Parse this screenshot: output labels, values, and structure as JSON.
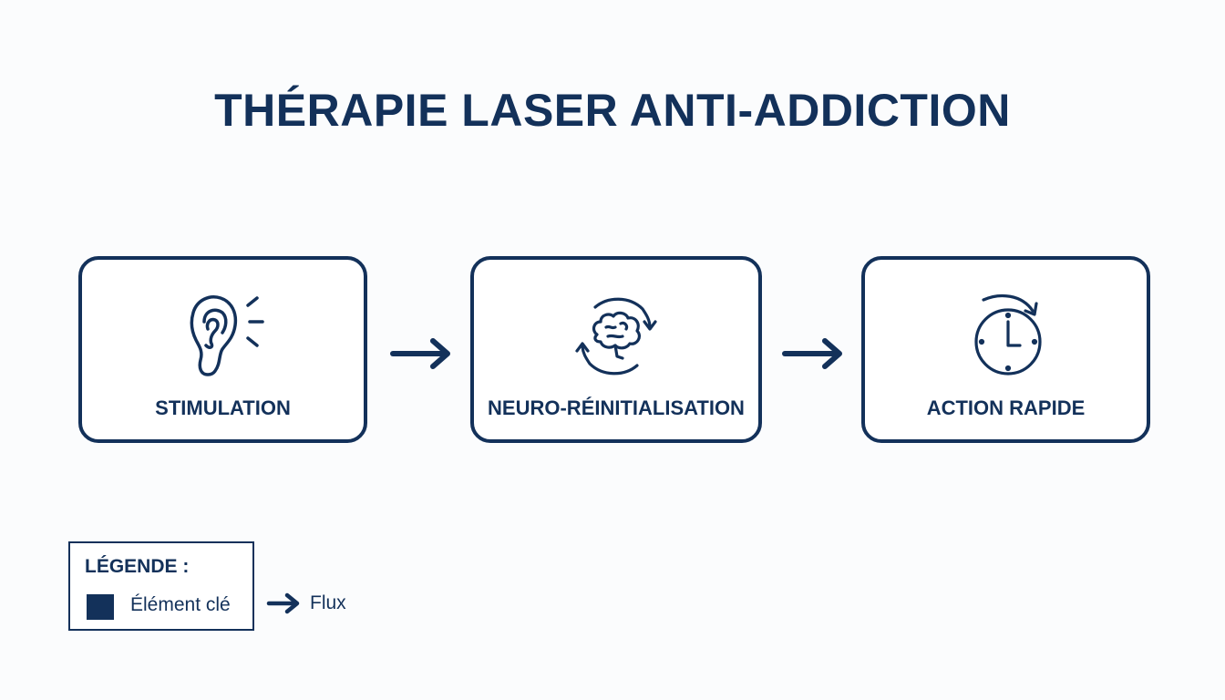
{
  "title": "THÉRAPIE LASER ANTI-ADDICTION",
  "steps": [
    {
      "label": "STIMULATION",
      "icon": "ear-sound-icon"
    },
    {
      "label": "NEURO-RÉINITIALISATION",
      "icon": "brain-cycle-icon"
    },
    {
      "label": "ACTION RAPIDE",
      "icon": "clock-fast-icon"
    }
  ],
  "legend": {
    "title": "LÉGENDE :",
    "items": [
      {
        "label": "Élément clé",
        "symbol": "filled-square"
      },
      {
        "label": "Flux",
        "symbol": "arrow-right"
      }
    ]
  },
  "colors": {
    "primary": "#13315a",
    "background": "#fbfcfd"
  }
}
